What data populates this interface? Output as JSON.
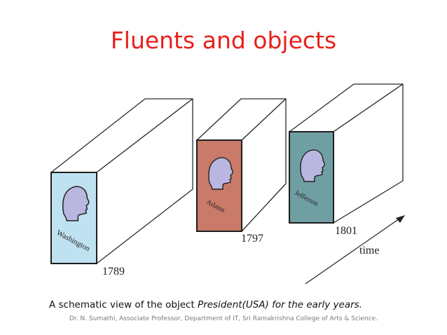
{
  "slide": {
    "title": "Fluents and objects",
    "caption_lead": "A schematic view of the object ",
    "caption_italic": "President(USA) for the early years.",
    "footer": "Dr. N. Sumathi, Associate Professor, Department of IT, Sri Ramakrishna College of Arts & Science."
  },
  "diagram": {
    "presidents": [
      {
        "name": "Washington",
        "color": "#bfe2f0"
      },
      {
        "name": "Adams",
        "color": "#c97a68"
      },
      {
        "name": "Jefferson",
        "color": "#6f9ea3"
      }
    ],
    "years": [
      "1789",
      "1797",
      "1801"
    ],
    "axis_label": "time",
    "head_color": "#b9b6e0"
  }
}
